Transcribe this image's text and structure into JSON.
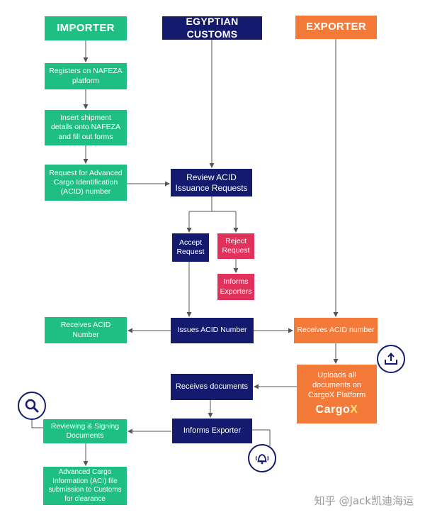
{
  "headers": {
    "importer": "IMPORTER",
    "customs": "EGYPTIAN CUSTOMS",
    "exporter": "EXPORTER"
  },
  "importer_steps": {
    "register": "Registers on NAFEZA\nplatform",
    "insert": "Insert shipment\ndetails onto NAFEZA\nand fill out forms",
    "request": "Request for Advanced\nCargo Identification\n(ACID) number",
    "receives_acid": "Receives ACID Number",
    "reviewing": "Reviewing & Signing\nDocuments",
    "aci": "Advanced Cargo\nInformation (ACI) file\nsubmission to Customs\nfor clearance"
  },
  "customs_steps": {
    "review": "Review ACID\nIssuance Requests",
    "accept": "Accept\nRequest",
    "reject": "Reject\nRequest",
    "informs_exporters": "Informs\nExporters",
    "issues": "Issues ACID Number",
    "receives_docs": "Receives documents",
    "informs_exporter": "Informs Exporter"
  },
  "exporter_steps": {
    "receives_acid": "Receives ACID number",
    "uploads": "Uploads all\ndocuments on\nCargoX Platform",
    "cargox_logo_main": "Cargo",
    "cargox_logo_x": "X"
  },
  "icons": [
    "search-icon",
    "upload-icon",
    "bell-icon"
  ],
  "colors": {
    "green": "#1fbf83",
    "navy": "#141b6e",
    "red": "#e0325b",
    "orange": "#f47a3a"
  },
  "watermark": "知乎 @Jack凯迪海运"
}
